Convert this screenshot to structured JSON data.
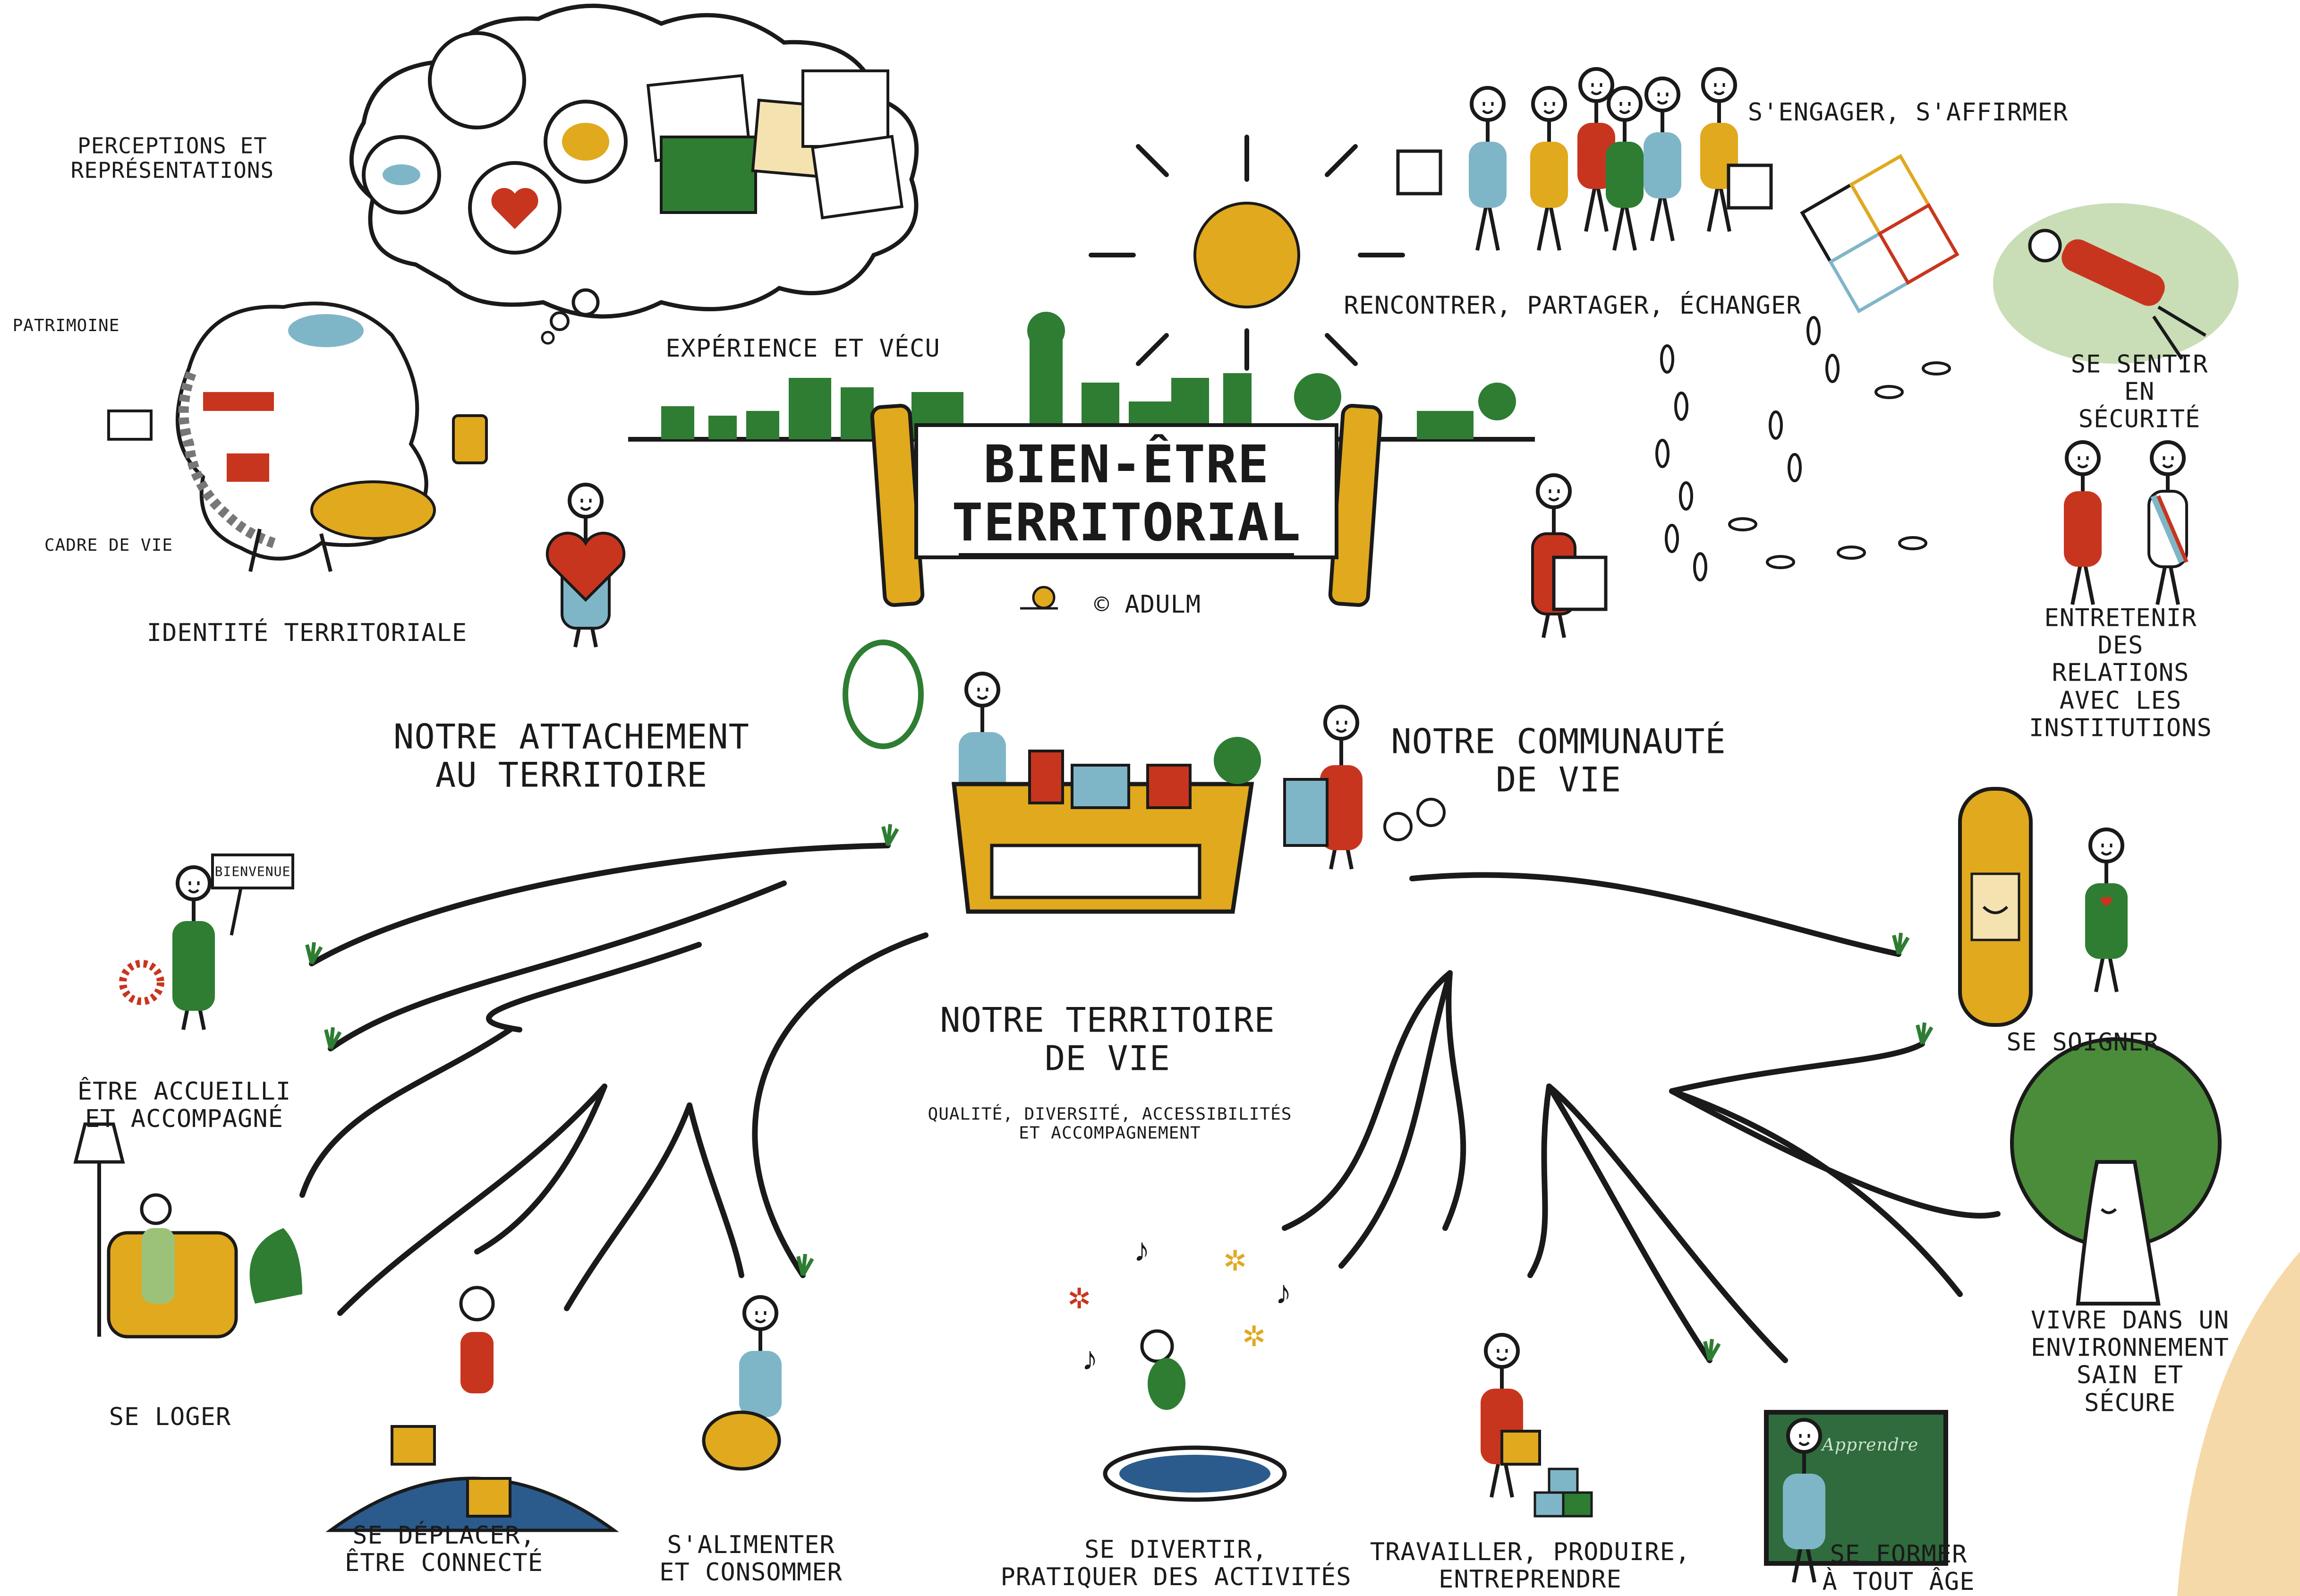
{
  "title": "BIEN-ÊTRE\nTERRITORIAL",
  "copyright": "© ADULM",
  "sections": {
    "attachment": "NOTRE ATTACHEMENT\nAU TERRITOIRE",
    "community": "NOTRE COMMUNAUTÉ\nDE VIE",
    "territory": "NOTRE TERRITOIRE\nDE VIE",
    "territory_sub": "QUALITÉ, DIVERSITÉ, ACCESSIBILITÉS\nET ACCOMPAGNEMENT"
  },
  "attachment_items": {
    "perceptions": "PERCEPTIONS ET\nREPRÉSENTATIONS",
    "patrimoine": "PATRIMOINE",
    "cadre": "CADRE DE VIE",
    "identite": "IDENTITÉ TERRITORIALE",
    "experience": "EXPÉRIENCE ET VÉCU"
  },
  "community_items": {
    "rencontrer": "RENCONTRER, PARTAGER, ÉCHANGER",
    "engager": "S'ENGAGER, S'AFFIRMER",
    "securite": "SE SENTIR EN SÉCURITÉ",
    "institutions": "ENTRETENIR DES RELATIONS\nAVEC LES INSTITUTIONS"
  },
  "territory_items": {
    "accueilli": "ÊTRE ACCUEILLI\nET ACCOMPAGNÉ",
    "loger": "SE LOGER",
    "deplacer": "SE DÉPLACER,\nÊTRE CONNECTÉ",
    "alimenter": "S'ALIMENTER\nET CONSOMMER",
    "divertir": "SE DIVERTIR,\nPRATIQUER DES ACTIVITÉS",
    "travailler": "TRAVAILLER, PRODUIRE,\nENTREPRENDRE",
    "former": "SE FORMER\nÀ TOUT ÂGE",
    "soigner": "SE SOIGNER",
    "environnement": "VIVRE DANS UN ENVIRONNEMENT\nSAIN ET SÉCURE"
  },
  "signs": {
    "bienvenue": "BIENVENUE",
    "apprendre": "Apprendre"
  },
  "colors": {
    "ink": "#1a1a1a",
    "green": "#2e7d32",
    "yellow": "#e0a91e",
    "red": "#c8351f",
    "blue": "#7fb6c7",
    "chalkboard": "#2f6b3c"
  }
}
